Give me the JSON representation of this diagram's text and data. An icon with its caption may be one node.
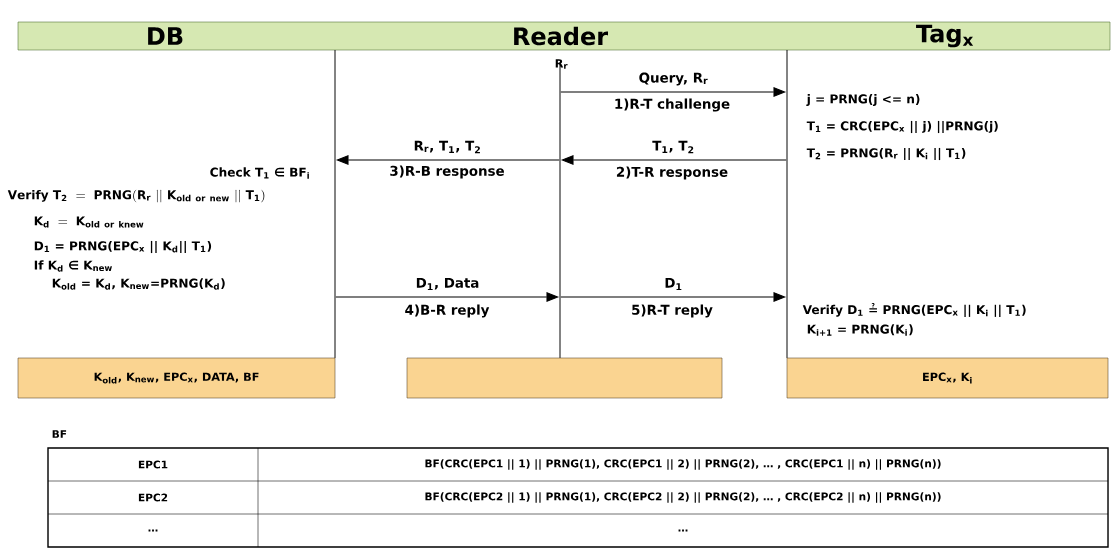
{
  "diagram": {
    "nodes": [
      {
        "text": [
          "DB",
          "Reader",
          "Tag$_{x}$"
        ]
      },
      {
        "text": [],
        "shape": "line"
      },
      {
        "text": [],
        "shape": "line"
      },
      {
        "text": [],
        "shape": "line"
      },
      {
        "text": [
          "K$_{old}$, K$_{new}$, EPC$_{x}$, DATA, BF"
        ]
      },
      {
        "text": [],
        "shape": "box"
      },
      {
        "text": [
          "EPC$_{x}$, K$_{i}$"
        ]
      }
    ],
    "edges": [
      {
        "from": 2,
        "to": 3,
        "arrow": "to",
        "label": "Query, R$_{r}$"
      },
      {
        "from": 3,
        "to": 2,
        "arrow": "to",
        "label": "T$_{1}$, T$_{2}$"
      },
      {
        "from": 2,
        "to": 1,
        "arrow": "to",
        "label": "R$_{r}$, T$_{1}$, T$_{2}$"
      },
      {
        "from": 1,
        "to": 2,
        "arrow": "to",
        "label": "D$_{1}$, Data"
      },
      {
        "from": 2,
        "to": 3,
        "arrow": "to",
        "label": "D$_{1}$"
      }
    ],
    "labels": [
      "R$_{r}$",
      "1)R-T challenge",
      "j = PRNG(j <= n)",
      "T$_{1}$ = CRC(EPC$_{x}$ || j) ||PRNG(j)",
      "T$_{2}$ = PRNG(R$_{r}$ || K$_{i}$ || T$_{1}$)",
      "Check T$_{1}$ ∈ BF$_{i}$",
      "3)R-B response",
      "2)T-R response",
      "\\mathbf{Verify\\ T_{2}\\ =\\ PRNG(R_{r}\\ ||\\ K_{old\\ or\\ new}\\ ||\\ T_{1})}",
      "\\mathbf{K_{d}\\ =\\ K_{old\\ or\\ knew}}",
      "D$_{1}$ = PRNG(EPC$_{x}$ || K$_{d}$|| T$_{1}$)",
      "If K$_{d}$ ∈ K$_{new}$",
      "K$_{old}$ = K$_{d}$, K$_{new}$=PRNG(K$_{d}$)",
      "4)B-R reply",
      "5)R-T reply",
      "Verify D$_{1}$ ≟ PRNG(EPC$_{x}$ || K$_{i}$ || T$_{1}$)",
      "K$_{i+1}$ = PRNG(K$_{i}$)",
      "BF",
      "EPC1",
      "BF(CRC(EPC1 || 1) || PRNG(1), CRC(EPC1 || 2) || PRNG(2), … , CRC(EPC1 || n) || PRNG(n))",
      "EPC2",
      "BF(CRC(EPC2 || 1) || PRNG(1), CRC(EPC2 || 2) || PRNG(2), … , CRC(EPC2 || n) || PRNG(n))",
      "…",
      "…"
    ]
  }
}
